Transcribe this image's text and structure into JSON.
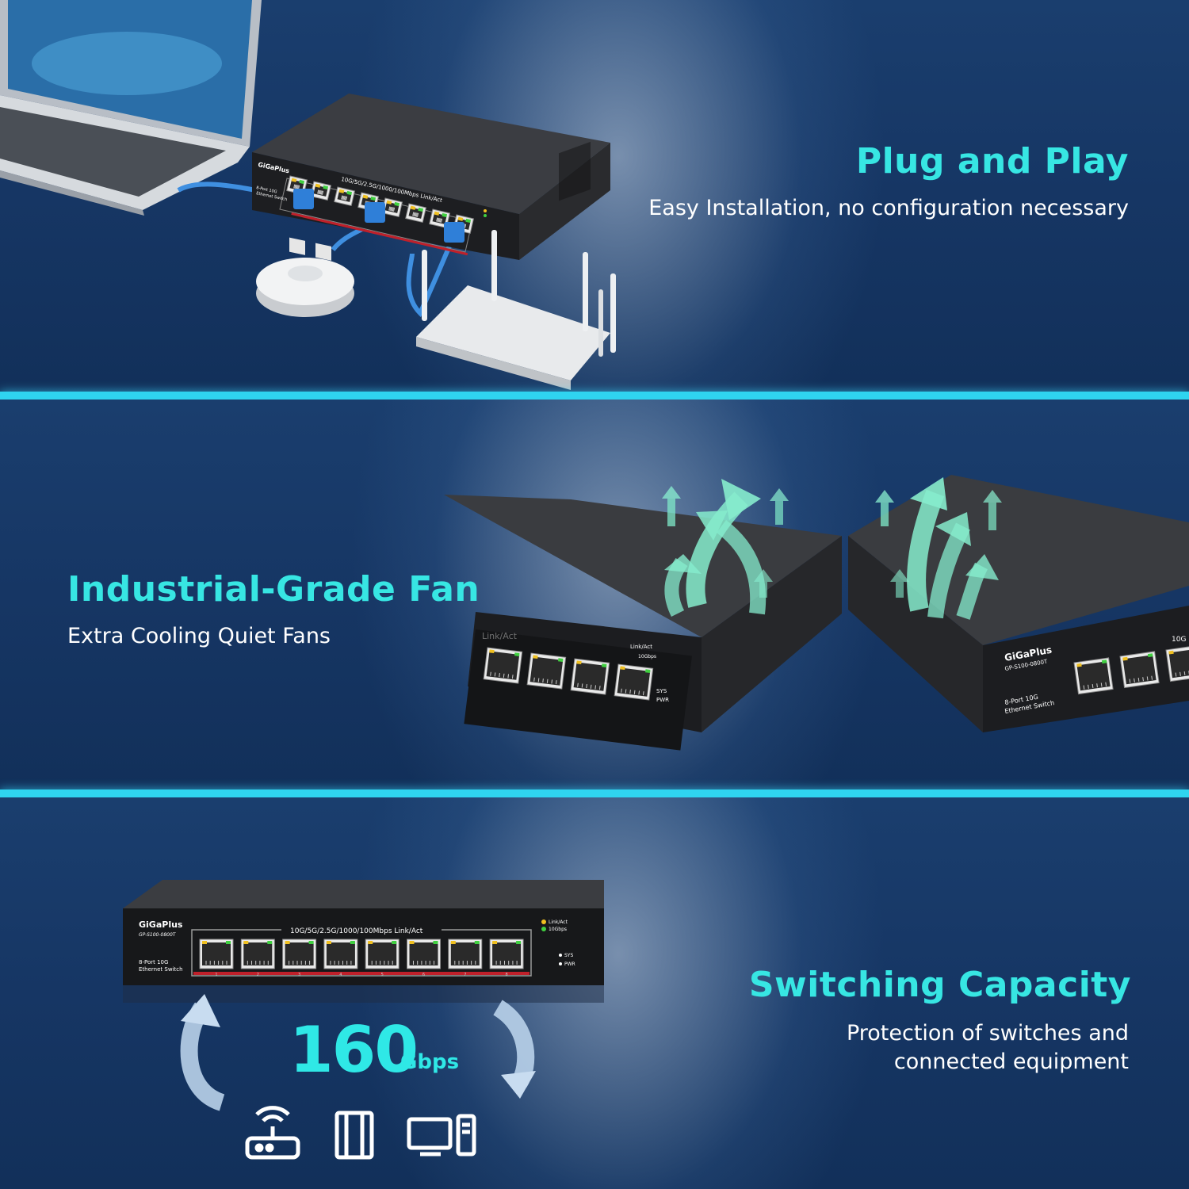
{
  "colors": {
    "accent": "#37e6e3",
    "divider": "#2fd4f0",
    "background": "#14335f"
  },
  "sections": [
    {
      "title": "Plug and Play",
      "subtitle": "Easy Installation, no configuration necessary"
    },
    {
      "title": "Industrial-Grade Fan",
      "subtitle": "Extra Cooling Quiet Fans"
    },
    {
      "title": "Switching Capacity",
      "subtitle_line1": "Protection of switches and",
      "subtitle_line2": "connected equipment"
    }
  ],
  "capacity": {
    "value": "160",
    "unit": "Gbps"
  },
  "device": {
    "brand": "GiGaPlus",
    "model": "GP-S100-0800T",
    "name_line1": "8-Port 10G",
    "name_line2": "Ethernet Switch",
    "speed_label": "10G/5G/2.5G/1000/100Mbps Link/Act",
    "led_link": "Link/Act",
    "led_10g": "10Gbps",
    "led_sys": "SYS",
    "led_pwr": "PWR",
    "port_numbers": [
      "1",
      "2",
      "3",
      "4",
      "5",
      "6",
      "7",
      "8"
    ],
    "partial_label": "Link/Act",
    "partial_speed": "10G"
  },
  "icons": [
    "laptop-icon",
    "access-point-icon",
    "router-icon",
    "airflow-arrow-icon",
    "wifi-router-icon",
    "server-icon",
    "desktop-computer-icon"
  ]
}
